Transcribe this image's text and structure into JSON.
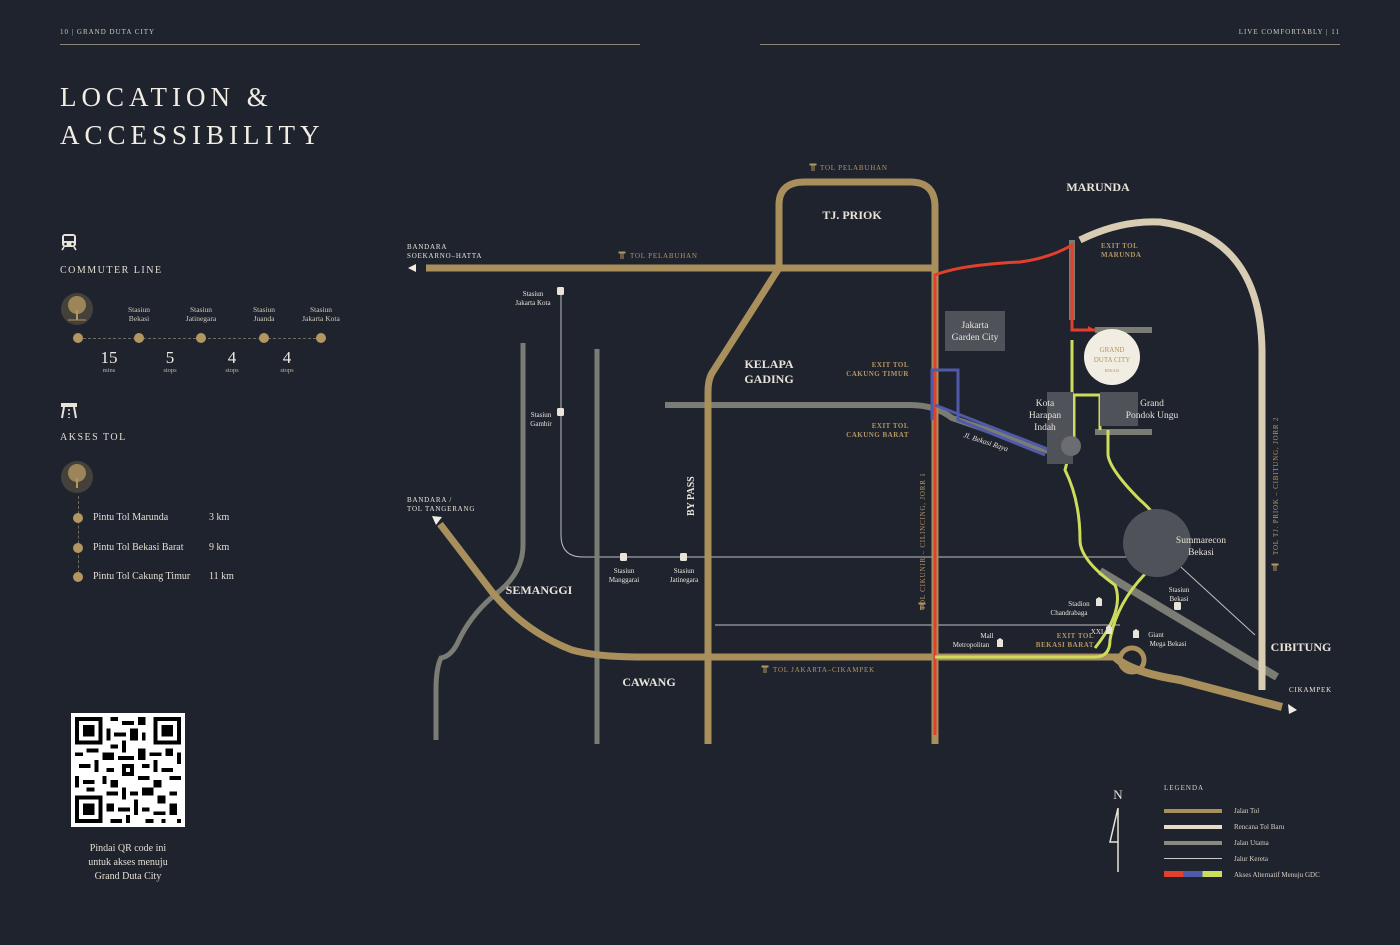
{
  "header": {
    "left": "10 | GRAND DUTA CITY",
    "right": "LIVE COMFORTABLY | 11"
  },
  "title": {
    "line1": "LOCATION &",
    "line2": "ACCESSIBILITY"
  },
  "commuter": {
    "heading": "COMMUTER LINE",
    "icon": "train-icon",
    "stations": [
      {
        "name1": "Stasiun",
        "name2": "Bekasi"
      },
      {
        "name1": "Stasiun",
        "name2": "Jatinegara"
      },
      {
        "name1": "Stasiun",
        "name2": "Juanda"
      },
      {
        "name1": "Stasiun",
        "name2": "Jakarta Kota"
      }
    ],
    "distances": [
      {
        "value": "15",
        "unit": "mins"
      },
      {
        "value": "5",
        "unit": "stops"
      },
      {
        "value": "4",
        "unit": "stops"
      },
      {
        "value": "4",
        "unit": "stops"
      }
    ]
  },
  "tol": {
    "heading": "AKSES TOL",
    "icon": "highway-icon",
    "items": [
      {
        "name": "Pintu Tol Marunda",
        "dist": "3 km"
      },
      {
        "name": "Pintu Tol Bekasi Barat",
        "dist": "9 km"
      },
      {
        "name": "Pintu Tol Cakung Timur",
        "dist": "11 km"
      }
    ]
  },
  "qr": {
    "caption1": "Pindai QR code ini",
    "caption2": "untuk akses menuju",
    "caption3": "Grand Duta City"
  },
  "map": {
    "tol_pelabuhan_top": "TOL PELABUHAN",
    "tol_pelabuhan_mid": "TOL PELABUHAN",
    "tol_jakarta_cikampek": "TOL JAKARTA–CIKAMPEK",
    "tol_cikunir": "TOL CIKUNIR – CILINCING, JORR 1",
    "tol_tj_priok": "TOL TJ. PRIOK – CIBITUNG, JORR 2",
    "tj_priok": "TJ. PRIOK",
    "marunda": "MARUNDA",
    "bandara_soetta_1": "BANDARA",
    "bandara_soetta_2": "SOEKARNO–HATTA",
    "bandara_tangerang_1": "BANDARA /",
    "bandara_tangerang_2": "TOL TANGERANG",
    "kelapa_gading_1": "KELAPA",
    "kelapa_gading_2": "GADING",
    "semanggi": "SEMANGGI",
    "cawang": "CAWANG",
    "by_pass": "BY PASS",
    "cibitung": "CIBITUNG",
    "cikampek": "CIKAMPEK",
    "exit_marunda_1": "EXIT TOL",
    "exit_marunda_2": "MARUNDA",
    "exit_cakung_timur_1": "EXIT TOL",
    "exit_cakung_timur_2": "CAKUNG TIMUR",
    "exit_cakung_barat_1": "EXIT TOL",
    "exit_cakung_barat_2": "CAKUNG BARAT",
    "exit_bekasi_barat_1": "EXIT TOL",
    "exit_bekasi_barat_2": "BEKASI BARAT",
    "jakarta_garden_city_1": "Jakarta",
    "jakarta_garden_city_2": "Garden City",
    "kota_harapan_1": "Kota",
    "kota_harapan_2": "Harapan",
    "kota_harapan_3": "Indah",
    "grand_pondok_1": "Grand",
    "grand_pondok_2": "Pondok Ungu",
    "summarecon_1": "Summarecon",
    "summarecon_2": "Bekasi",
    "jl_bekasi_raya": "Jl. Bekasi Raya",
    "gdc_1": "GRAND",
    "gdc_2": "DUTA CITY",
    "gdc_3": "BEKASI",
    "st_jakarta_kota_1": "Stasiun",
    "st_jakarta_kota_2": "Jakarta Kota",
    "st_gambir_1": "Stasiun",
    "st_gambir_2": "Gambir",
    "st_manggarai_1": "Stasiun",
    "st_manggarai_2": "Manggarai",
    "st_jatinegara_1": "Stasiun",
    "st_jatinegara_2": "Jatinegara",
    "st_bekasi_1": "Stasiun",
    "st_bekasi_2": "Bekasi",
    "stadion_1": "Stadion",
    "stadion_2": "Chandrabaga",
    "mall_1": "Mall",
    "mall_2": "Metropolitan",
    "xxi": "XXI",
    "giant_1": "Giant",
    "giant_2": "Mega Bekasi",
    "north": "N"
  },
  "legend": {
    "title": "LEGENDA",
    "items": [
      {
        "label": "Jalan Tol",
        "color": "#a98f5c"
      },
      {
        "label": "Rencana Tol Baru",
        "color": "#e7dcc5"
      },
      {
        "label": "Jalan Utama",
        "color": "#8a8a80"
      },
      {
        "label": "Jalur Kereta",
        "color": "#c8c8c8"
      },
      {
        "label": "Akses Alternatif Menuju GDC",
        "color": "#d9e86a"
      }
    ]
  },
  "colors": {
    "toll": "#a98f5c",
    "planned": "#d8ccb2",
    "main": "#7b7c74",
    "rail": "#bfbfbf",
    "red": "#e2402d",
    "blue": "#4f5aa8",
    "green": "#cddc5a"
  }
}
